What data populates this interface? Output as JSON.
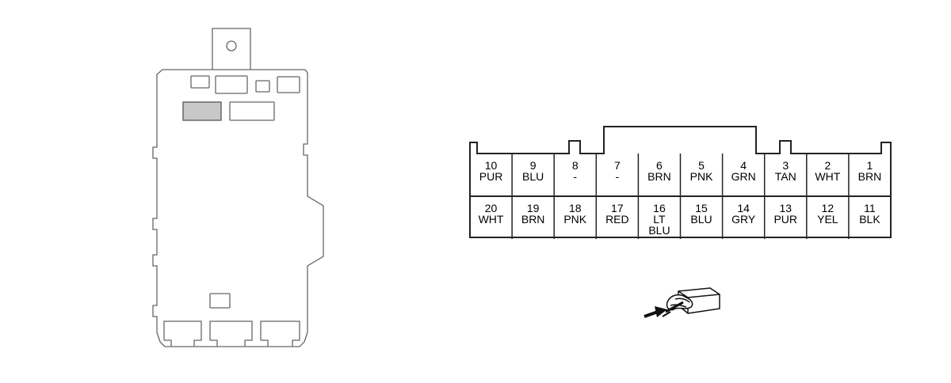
{
  "diagram": {
    "fuse_box": {
      "highlighted_slot": "connector-location"
    },
    "connector": {
      "rows": [
        [
          {
            "pin": "10",
            "lines": [
              "PUR"
            ]
          },
          {
            "pin": "9",
            "lines": [
              "BLU"
            ]
          },
          {
            "pin": "8",
            "lines": [
              "-"
            ]
          },
          {
            "pin": "7",
            "lines": [
              "-"
            ]
          },
          {
            "pin": "6",
            "lines": [
              "BRN"
            ]
          },
          {
            "pin": "5",
            "lines": [
              "PNK"
            ]
          },
          {
            "pin": "4",
            "lines": [
              "GRN"
            ]
          },
          {
            "pin": "3",
            "lines": [
              "TAN"
            ]
          },
          {
            "pin": "2",
            "lines": [
              "WHT"
            ]
          },
          {
            "pin": "1",
            "lines": [
              "BRN"
            ]
          }
        ],
        [
          {
            "pin": "20",
            "lines": [
              "WHT"
            ]
          },
          {
            "pin": "19",
            "lines": [
              "BRN"
            ]
          },
          {
            "pin": "18",
            "lines": [
              "PNK"
            ]
          },
          {
            "pin": "17",
            "lines": [
              "RED"
            ]
          },
          {
            "pin": "16",
            "lines": [
              "LT",
              "BLU"
            ]
          },
          {
            "pin": "15",
            "lines": [
              "BLU"
            ]
          },
          {
            "pin": "14",
            "lines": [
              "GRY"
            ]
          },
          {
            "pin": "13",
            "lines": [
              "PUR"
            ]
          },
          {
            "pin": "12",
            "lines": [
              "YEL"
            ]
          },
          {
            "pin": "11",
            "lines": [
              "BLK"
            ]
          }
        ]
      ]
    },
    "view_icon": "terminal-side-probe-icon",
    "colors": {
      "line": "#222222",
      "box_line": "#555555",
      "highlight": "#c8c8c8"
    }
  }
}
